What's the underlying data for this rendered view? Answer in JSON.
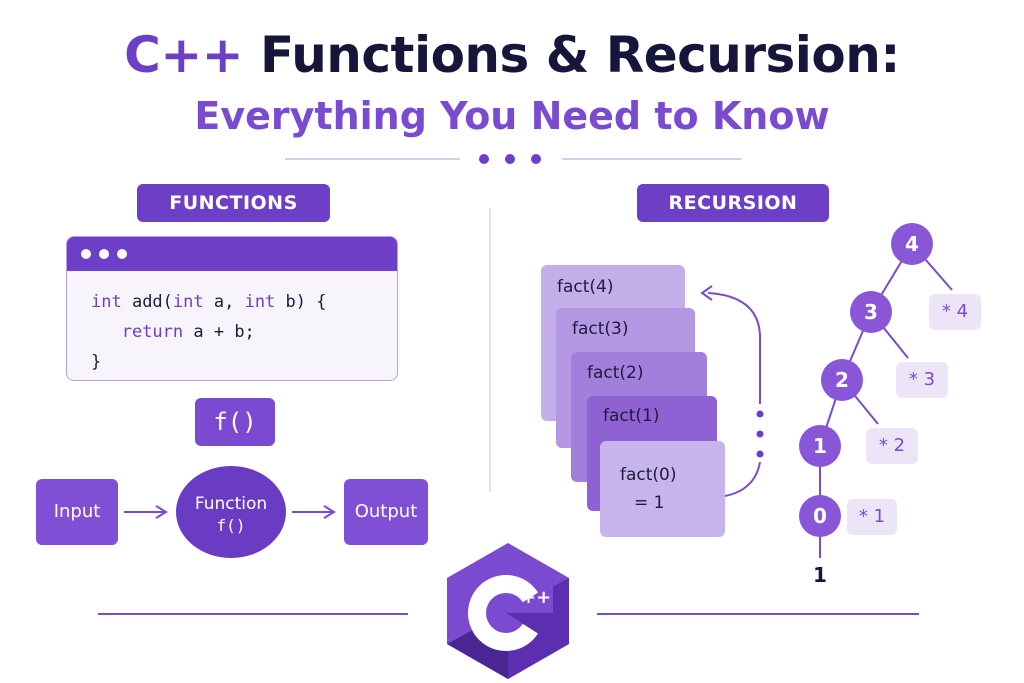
{
  "title": {
    "accent": "C++",
    "rest": "Functions & Recursion:"
  },
  "subtitle": "Everything You Need to Know",
  "functions": {
    "label": "FUNCTIONS",
    "code": {
      "line1": {
        "kw1": "int",
        "t1": " add(",
        "kw2": "int",
        "t2": " a, ",
        "kw3": "int",
        "t3": " b) {"
      },
      "line2": {
        "indent": "   ",
        "kw": "return",
        "t": " a + b;"
      },
      "line3": "}"
    },
    "f_label": "f()",
    "flow": {
      "input": "Input",
      "function": "Function",
      "function_sub": "f()",
      "output": "Output"
    }
  },
  "recursion": {
    "label": "RECURSION",
    "stack": [
      "fact(4)",
      "fact(3)",
      "fact(2)",
      "fact(1)",
      "fact(0)"
    ],
    "base_result": "= 1",
    "tree_nodes": [
      "4",
      "3",
      "2",
      "1",
      "0"
    ],
    "multipliers": [
      "* 4",
      "* 3",
      "* 2",
      "* 1"
    ],
    "tree_result": "1"
  },
  "logo": {
    "letter": "C",
    "plus": "++"
  },
  "colors": {
    "primary": "#6d3fc6",
    "light": "#ece5f8",
    "dark": "#16163a"
  }
}
